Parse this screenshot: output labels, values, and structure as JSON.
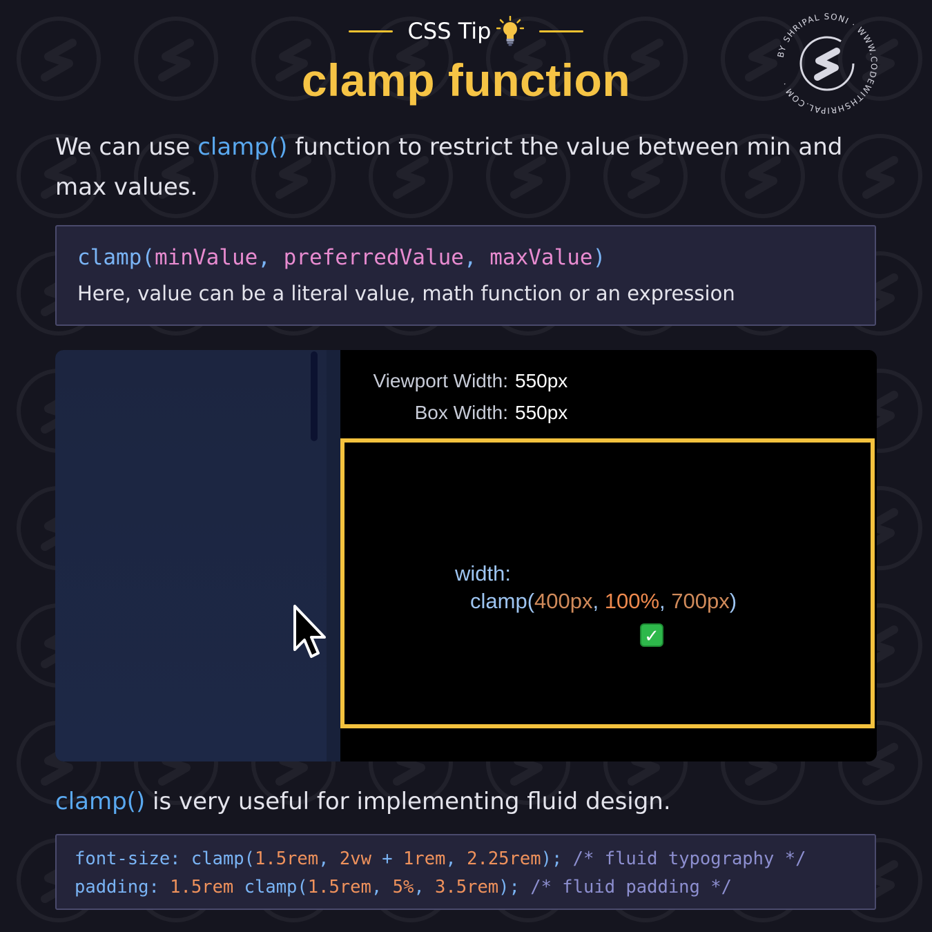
{
  "header": {
    "tip_label": "CSS Tip",
    "title": "clamp function",
    "stamp_text": "BY SHRIPAL SONI · WWW.CODEWITHSHRIPAL.COM ·"
  },
  "intro": {
    "prefix": "We can use ",
    "fn": "clamp()",
    "suffix": " function to restrict the value between min and max values."
  },
  "syntax": {
    "fn": "clamp(",
    "arg1": "minValue",
    "sep1": ", ",
    "arg2": "preferredValue",
    "sep2": ", ",
    "arg3": "maxValue",
    "close": ")",
    "note": "Here, value can be a literal value, math function or an expression"
  },
  "demo": {
    "viewport_label": "Viewport Width:",
    "viewport_value": "550px",
    "box_label": "Box Width:",
    "box_value": "550px",
    "prop": "width:",
    "fn": "clamp(",
    "min": "400px",
    "sep1": ", ",
    "pref": "100%",
    "sep2": ", ",
    "max": "700px",
    "close": ")",
    "check_icon": "white-check-mark-icon"
  },
  "footer": {
    "fn": "clamp()",
    "text": " is very useful for implementing fluid design."
  },
  "css_example": {
    "line1": {
      "prop": "font-size: ",
      "fn": "clamp(",
      "v1": "1.5rem",
      "s1": ", ",
      "v2a": "2vw",
      "op": " + ",
      "v2b": "1rem",
      "s2": ", ",
      "v3": "2.25rem",
      "close": ");",
      "comment": " /* fluid typography */"
    },
    "line2": {
      "prop": "padding: ",
      "v0": "1.5rem",
      "fn": " clamp(",
      "v1": "1.5rem",
      "s1": ", ",
      "v2": "5%",
      "s2": ", ",
      "v3": "3.5rem",
      "close": ");",
      "comment": " /* fluid padding */"
    }
  },
  "colors": {
    "background": "#15151f",
    "accent_yellow": "#f6c445",
    "accent_blue": "#5aa9f0",
    "code_box": "#24243a"
  }
}
